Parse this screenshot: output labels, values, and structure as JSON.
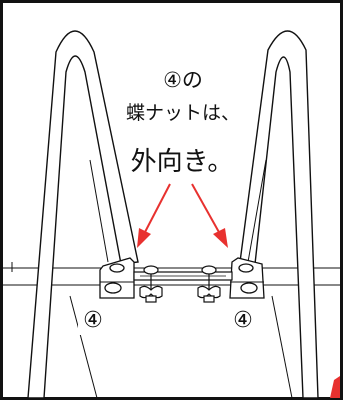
{
  "callout": {
    "line1": "④の",
    "line2": "蝶ナットは、",
    "line3": "外向き。"
  },
  "part_labels": [
    "④",
    "④"
  ],
  "colors": {
    "arrow": "#e8312f",
    "ink": "#111111",
    "background": "#ffffff"
  },
  "icons": [
    "wing-nut-icon",
    "wing-nut-icon",
    "arrow-down-left-icon",
    "arrow-down-right-icon"
  ]
}
